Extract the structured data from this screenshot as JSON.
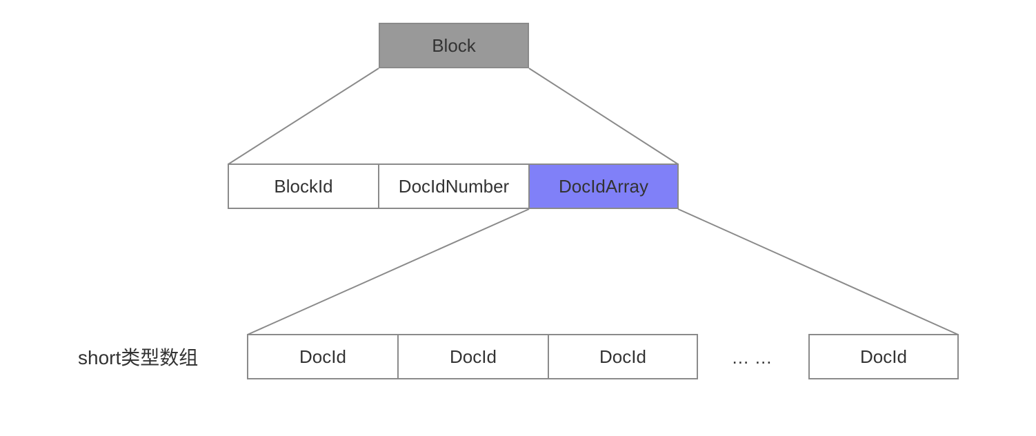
{
  "colors": {
    "block_fill": "#999999",
    "docid_array_fill": "#8080f8",
    "border": "#8a8a8a",
    "text": "#333333",
    "background": "#ffffff"
  },
  "block": {
    "label": "Block"
  },
  "fields": [
    {
      "label": "BlockId"
    },
    {
      "label": "DocIdNumber"
    },
    {
      "label": "DocIdArray"
    }
  ],
  "array": {
    "type_label": "short类型数组",
    "items": [
      {
        "label": "DocId"
      },
      {
        "label": "DocId"
      },
      {
        "label": "DocId"
      },
      {
        "label": "DocId"
      }
    ],
    "ellipsis": "… …"
  }
}
